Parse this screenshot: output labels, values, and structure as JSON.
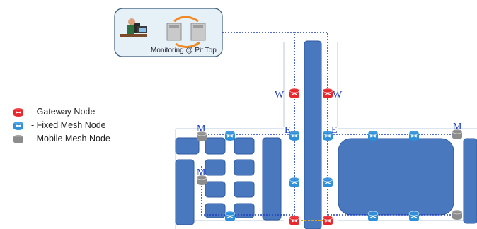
{
  "monitoring": {
    "label": "Monitoring @ Pit Top"
  },
  "legend": {
    "items": [
      {
        "icon": "gateway-node-icon",
        "color": "#e8262d",
        "label": "- Gateway Node"
      },
      {
        "icon": "fixed-mesh-node-icon",
        "color": "#2f8fd8",
        "label": "- Fixed Mesh Node"
      },
      {
        "icon": "mobile-mesh-node-icon",
        "color": "#8c8c8c",
        "label": "- Mobile Mesh Node"
      }
    ]
  },
  "markers": {
    "w_left": "W",
    "w_right": "W",
    "m_left_top": "M",
    "m_left_mid": "M",
    "m_right": "M",
    "e_left": "E",
    "e_right": "E"
  },
  "colors": {
    "block": "#4a78bf",
    "block_stroke": "#2d5a9f",
    "link": "#1f3fbf",
    "gateway": "#e8262d",
    "fixed": "#2f8fd8",
    "mobile": "#8c8c8c",
    "panel": "#e6f0f7"
  }
}
